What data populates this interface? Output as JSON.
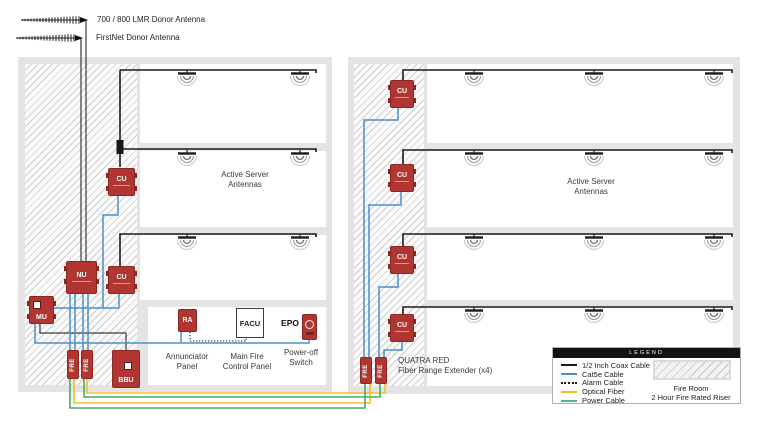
{
  "donor_antennas": [
    {
      "label": "700 / 800 LMR Donor Antenna"
    },
    {
      "label": "FirstNet Donor Antenna"
    }
  ],
  "buildings": {
    "left": {
      "active_server_antennas_label": "Active Server\nAntennas"
    },
    "right": {
      "active_server_antennas_label": "Active Server\nAntennas"
    }
  },
  "units": {
    "cu": "CU",
    "nu": "NU",
    "mu": "MU",
    "fre": "FRE",
    "bbu": "BBU",
    "ra": "RA",
    "facu": "FACU",
    "epo": "EPO"
  },
  "labels": {
    "annunciator_panel": "Annunciator\nPanel",
    "main_fire_control_panel": "Main Fire\nControl Panel",
    "power_off_switch": "Power-off\nSwitch",
    "quatra_red": "QUATRA RED\nFiber Range Extender (x4)"
  },
  "legend": {
    "title": "LEGEND",
    "entries": [
      {
        "label": "1/2 Inch Coax Cable",
        "style": "solid",
        "color": "#1a1a1a"
      },
      {
        "label": "Cat5e Cable",
        "style": "solid",
        "color": "#4a90c8"
      },
      {
        "label": "Alarm Cable",
        "style": "dotted",
        "color": "#1a1a1a"
      },
      {
        "label": "Optical Fiber",
        "style": "solid",
        "color": "#f2c024"
      },
      {
        "label": "Power Cable",
        "style": "solid",
        "color": "#52b788"
      }
    ],
    "fire_room_label": "Fire Room\n2 Hour Fire Rated Riser"
  },
  "colors": {
    "coax_cable": "#1a1a1a",
    "cat5e_cable": "#4a90c8",
    "alarm_cable": "#1a1a1a",
    "optical_fiber": "#f2c024",
    "power_cable": "#3fae63",
    "unit_red": "#b13530",
    "unit_red_dark": "#8a2723"
  }
}
